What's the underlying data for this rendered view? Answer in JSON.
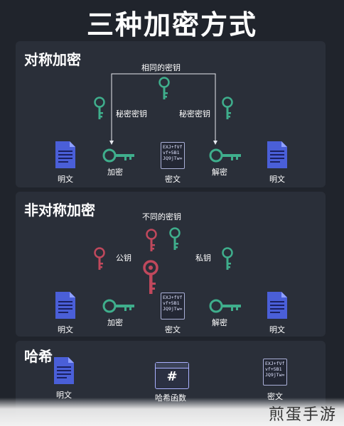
{
  "title": "三种加密方式",
  "symmetric": {
    "heading": "对称加密",
    "shared_key_label": "相同的密钥",
    "left_key_label": "秘密密钥",
    "right_key_label": "秘密密钥",
    "plain_left": "明文",
    "encrypt": "加密",
    "cipher": "密文",
    "decrypt": "解密",
    "plain_right": "明文",
    "cipher_lines": [
      "EXJ+fVf",
      "vf+5B1",
      "JQ9jTw="
    ]
  },
  "asymmetric": {
    "heading": "非对称加密",
    "diff_key_label": "不同的密钥",
    "public_key_label": "公钥",
    "private_key_label": "私钥",
    "plain_left": "明文",
    "encrypt": "加密",
    "cipher": "密文",
    "decrypt": "解密",
    "plain_right": "明文",
    "cipher_lines": [
      "EXJ+fVf",
      "vf+5B1",
      "JQ9jTw="
    ]
  },
  "hash": {
    "heading": "哈希",
    "plain": "明文",
    "function": "哈希函数",
    "function_symbol": "#",
    "cipher": "密文",
    "cipher_lines": [
      "EXJ+fVf",
      "vf+5B1",
      "JQ9jTw="
    ]
  },
  "watermark": "煎蛋手游",
  "colors": {
    "background": "#20242c",
    "panel": "#2a2f39",
    "green_key": "#3fae8c",
    "red_key": "#c0485c",
    "document": "#4a5fd8"
  }
}
